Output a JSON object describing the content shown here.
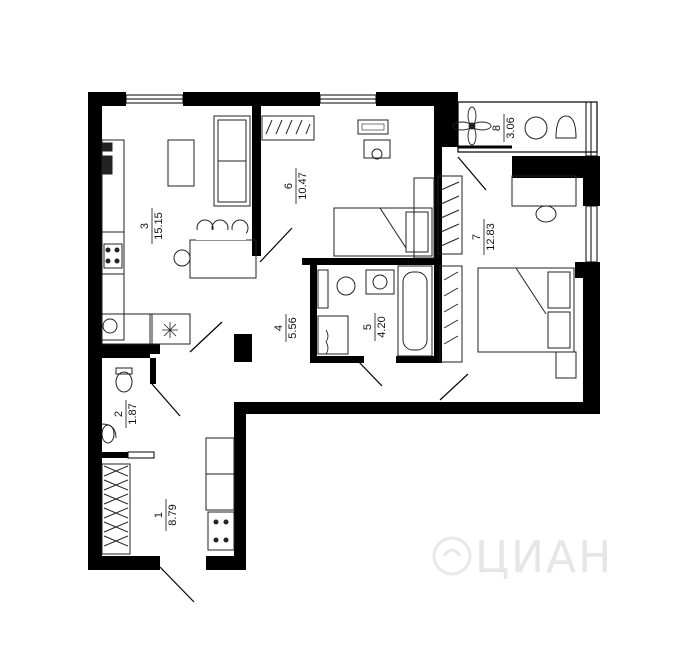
{
  "rooms": [
    {
      "id": "1",
      "area": "8.79"
    },
    {
      "id": "2",
      "area": "1.87"
    },
    {
      "id": "3",
      "area": "15.15"
    },
    {
      "id": "4",
      "area": "5.56"
    },
    {
      "id": "5",
      "area": "4.20"
    },
    {
      "id": "6",
      "area": "10.47"
    },
    {
      "id": "7",
      "area": "12.83"
    },
    {
      "id": "8",
      "area": "3.06"
    }
  ],
  "watermark": "ЦИАН",
  "colors": {
    "wall": "#000000",
    "furniture": "#333333",
    "accent": "#ffffff"
  }
}
